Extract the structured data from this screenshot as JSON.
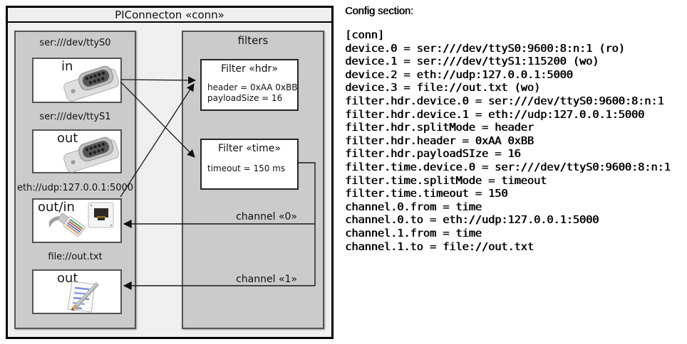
{
  "diagram": {
    "title": "PIConnecton «conn»",
    "devices_panel": {
      "devices": [
        {
          "label": "ser:///dev/ttyS0",
          "direction": "in",
          "icon": "serial-connector-icon"
        },
        {
          "label": "ser:///dev/ttyS1",
          "direction": "out",
          "icon": "serial-connector-icon"
        },
        {
          "label": "eth://udp:127.0.0.1:5000",
          "direction": "out/in",
          "icon": "ethernet-icon"
        },
        {
          "label": "file://out.txt",
          "direction": "out",
          "icon": "notepad-icon"
        }
      ]
    },
    "filters_panel": {
      "title": "filters",
      "filters": [
        {
          "title": "Filter «hdr»",
          "lines": [
            "header = 0xAA 0xBB",
            "payloadSize = 16"
          ]
        },
        {
          "title": "Filter «time»",
          "lines": [
            "timeout = 150 ms"
          ]
        }
      ],
      "channels": [
        {
          "label": "channel «0»"
        },
        {
          "label": "channel «1»"
        }
      ]
    }
  },
  "config": {
    "title": "Config section:",
    "lines": [
      "[conn]",
      "device.0 = ser:///dev/ttyS0:9600:8:n:1 (ro)",
      "device.1 = ser:///dev/ttyS1:115200 (wo)",
      "device.2 = eth://udp:127.0.0.1:5000",
      "device.3 = file://out.txt (wo)",
      "filter.hdr.device.0 = ser:///dev/ttyS0:9600:8:n:1",
      "filter.hdr.device.1 = eth://udp:127.0.0.1:5000",
      "filter.hdr.splitMode = header",
      "filter.hdr.header = 0xAA 0xBB",
      "filter.hdr.payloadSIze = 16",
      "filter.time.device.0 = ser:///dev/ttyS0:9600:8:n:1",
      "filter.time.splitMode = timeout",
      "filter.time.timeout = 150",
      "channel.0.from = time",
      "channel.0.to = eth://udp:127.0.0.1:5000",
      "channel.1.from = time",
      "channel.1.to = file://out.txt"
    ]
  },
  "colors": {
    "diagram_bg": "#efefef",
    "panel_bg": "#cbcbcb",
    "box_bg": "#ffffff",
    "border_dark": "#000000",
    "border_mid": "#545454",
    "line": "#1a1a1a"
  }
}
